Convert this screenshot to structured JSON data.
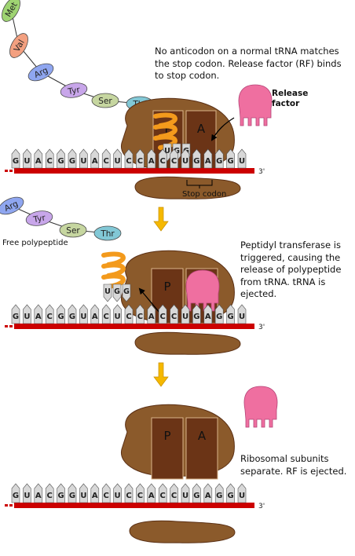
{
  "captions": {
    "step1": "No anticodon on a normal tRNA matches\nthe stop codon. Release factor (RF) binds\nto stop codon.",
    "step2": "Peptidyl transferase is\ntriggered, causing the\nrelease of polypeptide\nfrom tRNA. tRNA is\nejected.",
    "step3": "Ribosomal subunits\nseparate. RF is ejected."
  },
  "labels": {
    "release_factor": "Release\nfactor",
    "stop_codon": "Stop codon",
    "free_polypeptide": "Free polypeptide",
    "three_prime": "3'",
    "p_site": "P",
    "a_site": "A"
  },
  "polypeptide_chain": [
    "Met",
    "Val",
    "Arg",
    "Tyr",
    "Ser",
    "Thr"
  ],
  "free_polypeptide_chain": [
    "Arg",
    "Tyr",
    "Ser",
    "Thr"
  ],
  "amino_acid_colors": {
    "Met": "#9fd472",
    "Val": "#f3a080",
    "Arg": "#8fa6f0",
    "Tyr": "#c8a6ea",
    "Ser": "#c6d6a0",
    "Thr": "#82c8d6"
  },
  "mrna_sequence": [
    "G",
    "U",
    "A",
    "C",
    "G",
    "G",
    "U",
    "A",
    "C",
    "U",
    "C",
    "C",
    "A",
    "C",
    "C",
    "U",
    "G",
    "A",
    "G",
    "G",
    "U"
  ],
  "anticodon": [
    "U",
    "G",
    "G"
  ],
  "colors": {
    "ribosome": "#8b5a2b",
    "ribosome_dark": "#5b3015",
    "mrna_strand": "#cc0000",
    "release_factor": "#ef6fa0",
    "trna": "#f39a1c",
    "arrow": "#f5b800"
  }
}
